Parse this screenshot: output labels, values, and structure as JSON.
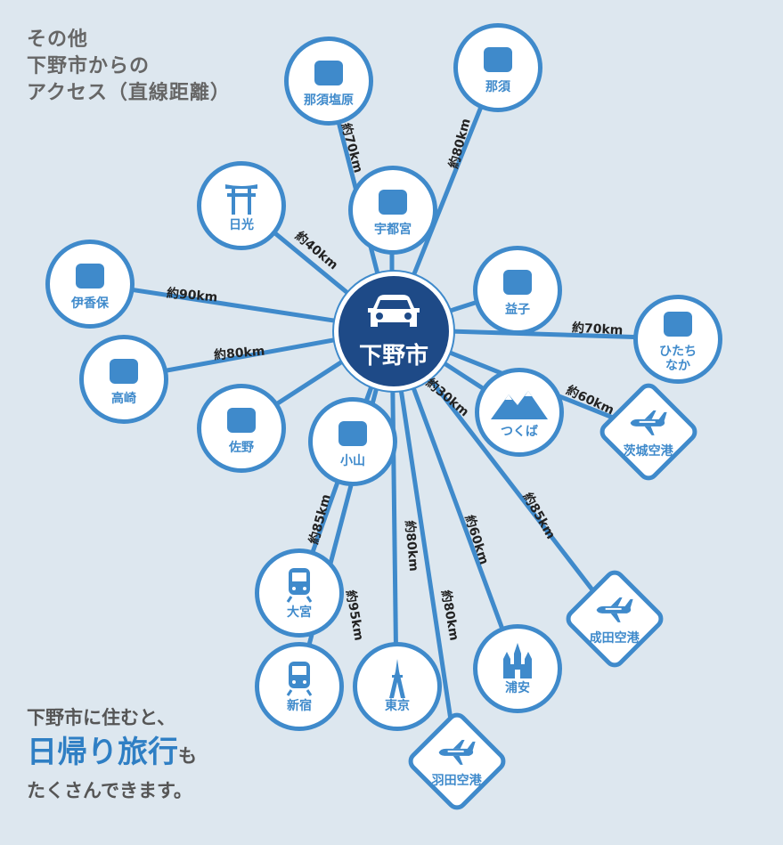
{
  "title": {
    "line1": "その他",
    "line2": "下野市からの",
    "line3": "アクセス（直線距離）"
  },
  "center": {
    "label": "下野市",
    "icon": "car-icon"
  },
  "destinations": [
    {
      "name": "那須塩原",
      "icon": "noren-icon",
      "distance": "約70km",
      "shape": "circle"
    },
    {
      "name": "那須",
      "icon": "cow-icon",
      "distance": "約80km",
      "shape": "circle"
    },
    {
      "name": "宇都宮",
      "icon": "gyoza-icon",
      "distance": "",
      "shape": "circle"
    },
    {
      "name": "日光",
      "icon": "torii-icon",
      "distance": "約40km",
      "shape": "circle"
    },
    {
      "name": "伊香保",
      "icon": "noren-icon",
      "distance": "約90km",
      "shape": "circle"
    },
    {
      "name": "高崎",
      "icon": "daruma-icon",
      "distance": "約80km",
      "shape": "circle"
    },
    {
      "name": "佐野",
      "icon": "ramen-icon",
      "distance": "",
      "shape": "circle"
    },
    {
      "name": "小山",
      "icon": "fireworks-icon",
      "distance": "",
      "shape": "circle"
    },
    {
      "name": "益子",
      "icon": "pottery-icon",
      "distance": "",
      "shape": "circle"
    },
    {
      "name": "ひたち\nなか",
      "icon": "trees-icon",
      "distance": "約70km",
      "shape": "circle"
    },
    {
      "name": "つくば",
      "icon": "mountain-icon",
      "distance": "約30km",
      "shape": "circle"
    },
    {
      "name": "茨城空港",
      "icon": "airplane-icon",
      "distance": "約60km",
      "shape": "diamond"
    },
    {
      "name": "成田空港",
      "icon": "airplane-icon",
      "distance": "約85km",
      "shape": "diamond"
    },
    {
      "name": "大宮",
      "icon": "train-icon",
      "distance": "約60km",
      "shape": "circle"
    },
    {
      "name": "新宿",
      "icon": "train-icon",
      "distance": "約80km",
      "shape": "circle"
    },
    {
      "name": "東京",
      "icon": "tower-icon",
      "distance": "約80km",
      "shape": "circle"
    },
    {
      "name": "浦安",
      "icon": "castle-icon",
      "distance": "約85km",
      "shape": "circle"
    },
    {
      "name": "羽田空港",
      "icon": "airplane-icon",
      "distance": "約95km",
      "shape": "diamond"
    }
  ],
  "bottom": {
    "line1": "下野市に住むと、",
    "highlight": "日帰り旅行",
    "suffix": "も",
    "line3": "たくさんできます。"
  },
  "colors": {
    "accent": "#3f8acb",
    "center": "#1e4a87",
    "background": "#dde7ef"
  }
}
